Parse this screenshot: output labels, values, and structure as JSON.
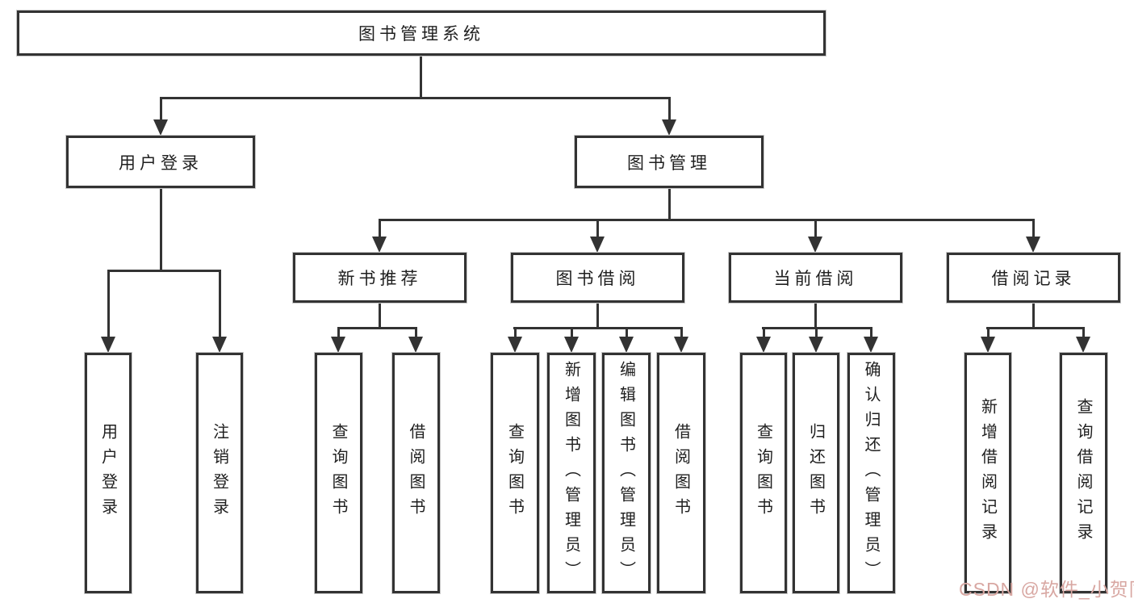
{
  "diagram": {
    "root": {
      "label": "图书管理系统"
    },
    "branches": [
      {
        "label": "用户登录",
        "children": [
          {
            "label": "用户登录"
          },
          {
            "label": "注销登录"
          }
        ]
      },
      {
        "label": "图书管理",
        "children": [
          {
            "label": "新书推荐",
            "children": [
              {
                "label": "查询图书"
              },
              {
                "label": "借阅图书"
              }
            ]
          },
          {
            "label": "图书借阅",
            "children": [
              {
                "label": "查询图书"
              },
              {
                "label": "新增图书（管理员）"
              },
              {
                "label": "编辑图书（管理员）"
              },
              {
                "label": "借阅图书"
              }
            ]
          },
          {
            "label": "当前借阅",
            "children": [
              {
                "label": "查询图书"
              },
              {
                "label": "归还图书"
              },
              {
                "label": "确认归还（管理员）"
              }
            ]
          },
          {
            "label": "借阅记录",
            "children": [
              {
                "label": "新增借阅记录"
              },
              {
                "label": "查询借阅记录"
              }
            ]
          }
        ]
      }
    ]
  },
  "colors": {
    "line": "#333333",
    "node_border": "#333333",
    "node_background": "#ffffff",
    "text": "#1f1f1f",
    "watermark": "#d8a7a2"
  },
  "watermark": {
    "text": "CSDN @软件_小贺同学"
  }
}
